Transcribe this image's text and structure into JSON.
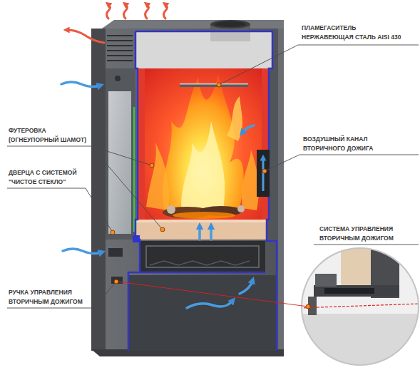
{
  "diagram": {
    "labels": [
      "ПЛАМЕГАСИТЕЛЬ НЕРЖАВЕЮЩАЯ СТАЛЬ AISI 430",
      "ФУТЕРОВКА (ОГНЕУПОРНЫЙ ШАМОТ)",
      "ВОЗДУШНЫЙ КАНАЛ ВТОРИЧНОГО ДОЖИГА",
      "ДВЕРЦА С СИСТЕМОЙ \"ЧИСТОЕ СТЕКЛО\"",
      "СИСТЕМА УПРАВЛЕНИЯ ВТОРИЧНЫМ ДОЖИГОМ",
      "РУЧКА УПРАВЛЕНИЯ ВТОРИЧНЫМ ДОЖИГОМ"
    ]
  }
}
